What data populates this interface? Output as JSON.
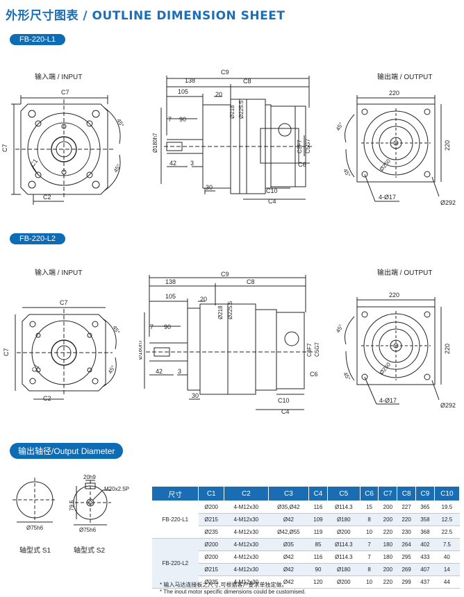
{
  "page": {
    "title": "外形尺寸图表 / OUTLINE DIMENSION SHEET"
  },
  "sections": {
    "l1": {
      "badge": "FB-220-L1",
      "input_label": "输入端 / INPUT",
      "output_label": "输出端 / OUTPUT"
    },
    "l2": {
      "badge": "FB-220-L2",
      "input_label": "输入端 / INPUT",
      "output_label": "输出端 / OUTPUT"
    },
    "output_diameter": {
      "badge": "输出轴径/Output Diameter"
    }
  },
  "dims": {
    "c7": "C7",
    "c2": "C2",
    "c1": "C1",
    "c9": "C9",
    "c8": "C8",
    "c4": "C4",
    "c10": "C10",
    "c6": "C6",
    "c3": "C3F7",
    "c5": "C5G7",
    "a45": "45°",
    "d138": "138",
    "d105": "105",
    "d20": "20",
    "d7": "7",
    "d90": "90",
    "d42": "42",
    "d3": "3",
    "d30": "30",
    "d180": "Ø180h7",
    "d218": "Ø218",
    "d2255": "Ø225.5",
    "d220": "220",
    "d250": "Ø250",
    "d4017": "4-Ø17",
    "d292": "Ø292"
  },
  "shafts": {
    "s1_label": "轴型式 S1",
    "s2_label": "轴型式 S2",
    "s1_dia": "Ø75h6",
    "s2_dia": "Ø75h6",
    "s2_key": "20h9",
    "s2_thread": "M20x2.5P",
    "s2_height": "79.5"
  },
  "table": {
    "headers": [
      "尺寸",
      "C1",
      "C2",
      "C3",
      "C4",
      "C5",
      "C6",
      "C7",
      "C8",
      "C9",
      "C10"
    ],
    "groups": [
      {
        "model": "FB-220-L1",
        "rows": [
          [
            "Ø200",
            "4-M12x30",
            "Ø35,Ø42",
            "116",
            "Ø114.3",
            "15",
            "200",
            "227",
            "365",
            "19.5"
          ],
          [
            "Ø215",
            "4-M12x30",
            "Ø42",
            "109",
            "Ø180",
            "8",
            "200",
            "220",
            "358",
            "12.5"
          ],
          [
            "Ø235",
            "4-M12x30",
            "Ø42,Ø55",
            "119",
            "Ø200",
            "10",
            "220",
            "230",
            "368",
            "22.5"
          ]
        ]
      },
      {
        "model": "FB-220-L2",
        "rows": [
          [
            "Ø200",
            "4-M12x30",
            "Ø35",
            "85",
            "Ø114.3",
            "7",
            "180",
            "264",
            "402",
            "7.5"
          ],
          [
            "Ø200",
            "4-M12x30",
            "Ø42",
            "116",
            "Ø114.3",
            "7",
            "180",
            "295",
            "433",
            "40"
          ],
          [
            "Ø215",
            "4-M12x30",
            "Ø42",
            "90",
            "Ø180",
            "8",
            "200",
            "269",
            "407",
            "14"
          ],
          [
            "Ø235",
            "4-M12x30",
            "Ø42",
            "120",
            "Ø200",
            "10",
            "220",
            "299",
            "437",
            "44"
          ]
        ]
      }
    ],
    "note_cn": "* 输入马达连接板之尺寸,可根据客户要求单独定做。",
    "note_en": "* The inout motor  specific dimensions could be customised."
  }
}
